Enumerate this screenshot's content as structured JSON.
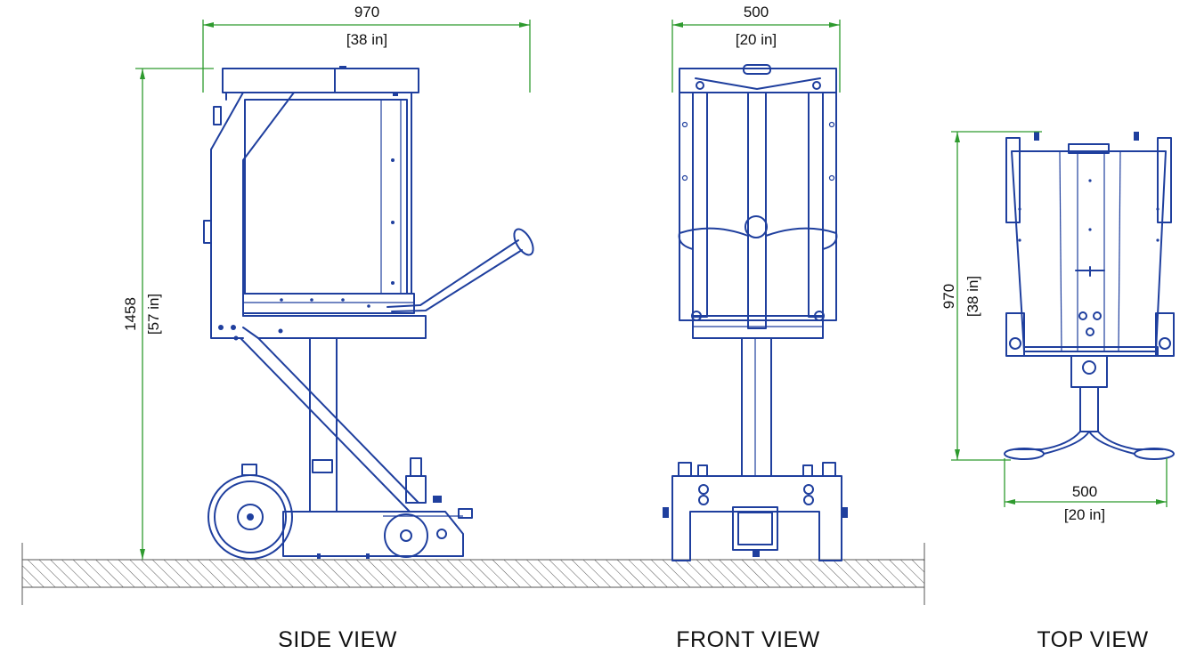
{
  "colors": {
    "machine_line": "#1f3f9e",
    "dimension_line": "#2e9a2e",
    "ground_hatch": "#555555",
    "text": "#111111"
  },
  "views": {
    "side": {
      "label": "SIDE VIEW"
    },
    "front": {
      "label": "FRONT VIEW"
    },
    "top": {
      "label": "TOP VIEW"
    }
  },
  "dimensions": {
    "side_width": {
      "mm": "970",
      "in": "[38 in]"
    },
    "side_height": {
      "mm": "1458",
      "in": "[57 in]"
    },
    "front_width": {
      "mm": "500",
      "in": "[20 in]"
    },
    "top_length": {
      "mm": "970",
      "in": "[38 in]"
    },
    "top_width": {
      "mm": "500",
      "in": "[20 in]"
    }
  }
}
